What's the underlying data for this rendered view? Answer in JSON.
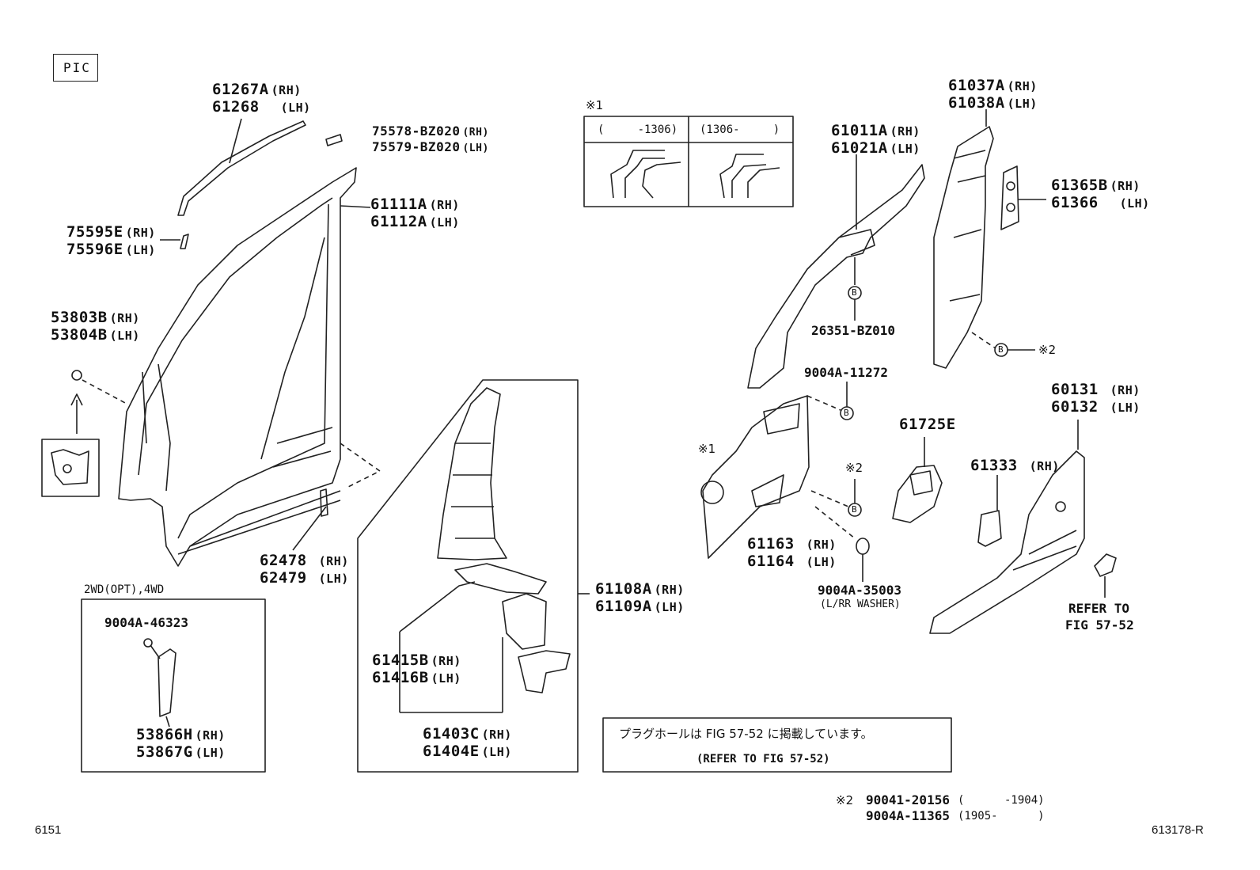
{
  "pic_label": "PIC",
  "page_left_code": "6151",
  "page_right_code": "613178-R",
  "parts": [
    {
      "id": "p61267A",
      "line1": "61267A",
      "sfx1": "(RH)",
      "line2": "61268",
      "sfx2": "(LH)"
    },
    {
      "id": "p75578",
      "line1": "75578-BZ020",
      "sfx1": "(RH)",
      "line2": "75579-BZ020",
      "sfx2": "(LH)"
    },
    {
      "id": "p61111A",
      "line1": "61111A",
      "sfx1": "(RH)",
      "line2": "61112A",
      "sfx2": "(LH)"
    },
    {
      "id": "p75595E",
      "line1": "75595E",
      "sfx1": "(RH)",
      "line2": "75596E",
      "sfx2": "(LH)"
    },
    {
      "id": "p53803B",
      "line1": "53803B",
      "sfx1": "(RH)",
      "line2": "53804B",
      "sfx2": "(LH)"
    },
    {
      "id": "p62478",
      "line1": "62478",
      "sfx1": "(RH)",
      "line2": "62479",
      "sfx2": "(LH)"
    },
    {
      "id": "p61108A",
      "line1": "61108A",
      "sfx1": "(RH)",
      "line2": "61109A",
      "sfx2": "(LH)"
    },
    {
      "id": "p61415B",
      "line1": "61415B",
      "sfx1": "(RH)",
      "line2": "61416B",
      "sfx2": "(LH)"
    },
    {
      "id": "p61403C",
      "line1": "61403C",
      "sfx1": "(RH)",
      "line2": "61404E",
      "sfx2": "(LH)"
    },
    {
      "id": "p53866H",
      "line1": "53866H",
      "sfx1": "(RH)",
      "line2": "53867G",
      "sfx2": "(LH)"
    },
    {
      "id": "p61011A",
      "line1": "61011A",
      "sfx1": "(RH)",
      "line2": "61021A",
      "sfx2": "(LH)"
    },
    {
      "id": "p61037A",
      "line1": "61037A",
      "sfx1": "(RH)",
      "line2": "61038A",
      "sfx2": "(LH)"
    },
    {
      "id": "p61365B",
      "line1": "61365B",
      "sfx1": "(RH)",
      "line2": "61366",
      "sfx2": "(LH)"
    },
    {
      "id": "p61163",
      "line1": "61163",
      "sfx1": "(RH)",
      "line2": "61164",
      "sfx2": "(LH)"
    },
    {
      "id": "p60131",
      "line1": "60131",
      "sfx1": "(RH)",
      "line2": "60132",
      "sfx2": "(LH)"
    }
  ],
  "single_parts": {
    "p61725E": "61725E",
    "p61333": "61333",
    "p61333_sfx": "(RH)",
    "p26351": "26351-BZ010",
    "p9004A_11272": "9004A-11272",
    "p9004A_35003": "9004A-35003",
    "p9004A_35003_note": "(L/RR WASHER)",
    "p9004A_46323": "9004A-46323"
  },
  "refer_to": {
    "line1": "REFER TO",
    "line2": "FIG 57-52"
  },
  "inset_2wd_title": "2WD(OPT),4WD",
  "note1": {
    "mark": "※1",
    "col1": "(     -1306)",
    "col2": "(1306-     )"
  },
  "note_mark1": "※1",
  "note_mark2": "※2",
  "note_mark2b": "※2",
  "callout_b": "B",
  "plug_note": {
    "jp": "プラグホールは FIG 57-52 に掲載しています。",
    "en": "(REFER TO FIG 57-52)"
  },
  "footnote2": {
    "mark": "※2",
    "row1_part": "90041-20156",
    "row1_range": "(      -1904)",
    "row2_part": "9004A-11365",
    "row2_range": "(1905-      )"
  }
}
